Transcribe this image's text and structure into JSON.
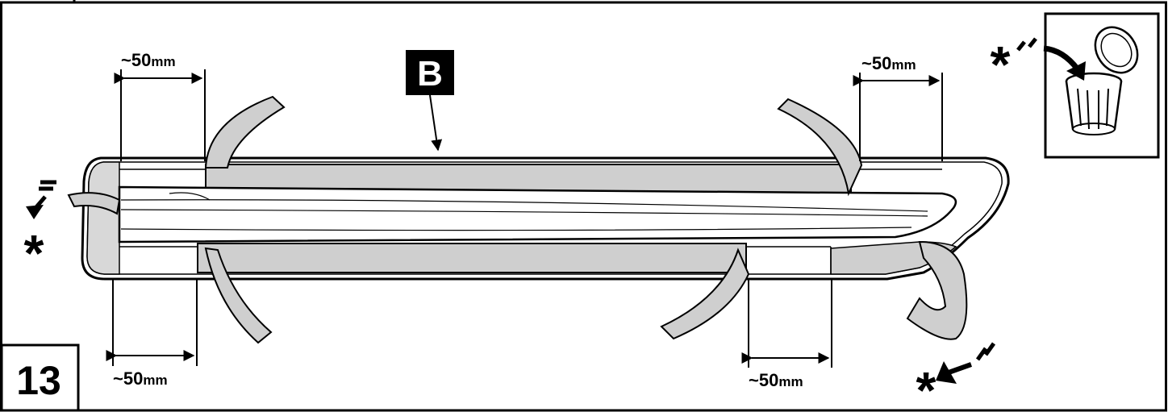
{
  "step": {
    "number": "13"
  },
  "part_label": "B",
  "dimensions": {
    "top_left": {
      "value": "~50",
      "unit": "mm"
    },
    "top_right": {
      "value": "~50",
      "unit": "mm"
    },
    "bottom_left": {
      "value": "~50",
      "unit": "mm"
    },
    "bottom_right": {
      "value": "~50",
      "unit": "mm"
    }
  },
  "markers": {
    "asterisk": "*"
  },
  "icons": {
    "trash": "trash-can-icon",
    "peel_arrow": "peel-arrow-icon"
  },
  "colors": {
    "line": "#000000",
    "tape": "#cfcfcf",
    "tape_dark": "#bdbdbd",
    "trim_fill": "#ffffff"
  }
}
